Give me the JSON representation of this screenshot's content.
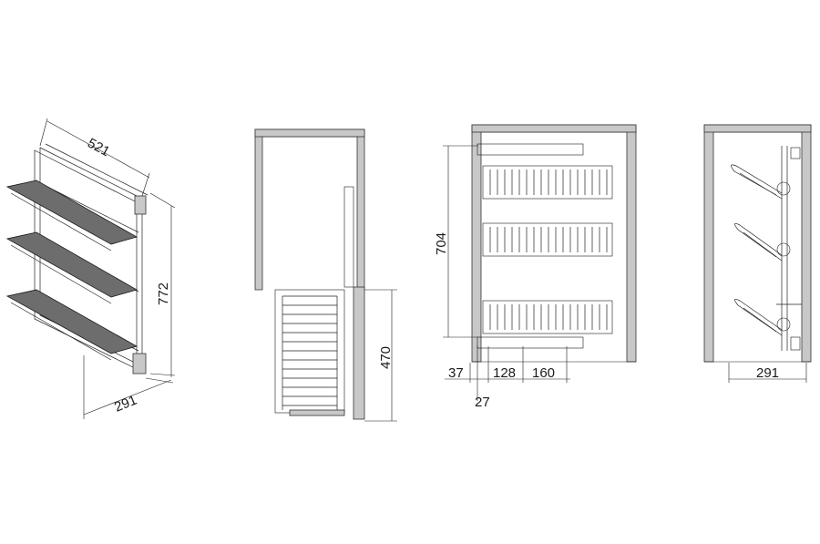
{
  "colors": {
    "line": "#1a1a1a",
    "panel": "#c8c8c8",
    "mesh": "#6d6d6d"
  },
  "view_iso": {
    "width": "521",
    "height": "772",
    "depth": "291"
  },
  "view_side": {
    "extension": "470"
  },
  "view_front": {
    "height": "704",
    "offset_left": "37",
    "offset_small": "27",
    "pitch_a": "128",
    "pitch_b": "160"
  },
  "view_side2": {
    "depth": "291"
  }
}
